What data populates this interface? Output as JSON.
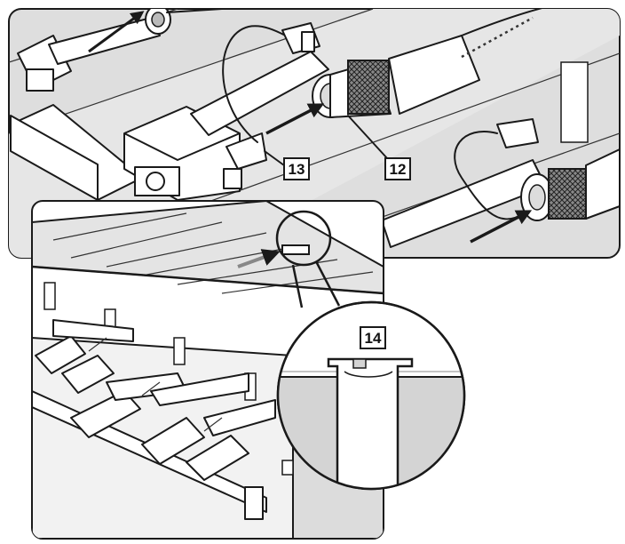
{
  "callouts": {
    "c12": "12",
    "c13": "13",
    "c14": "14"
  },
  "colors": {
    "ink": "#1a1a1a",
    "panel_gray": "#dcdcdc",
    "shadow_gray": "#c8c8c8",
    "background": "#ffffff"
  }
}
